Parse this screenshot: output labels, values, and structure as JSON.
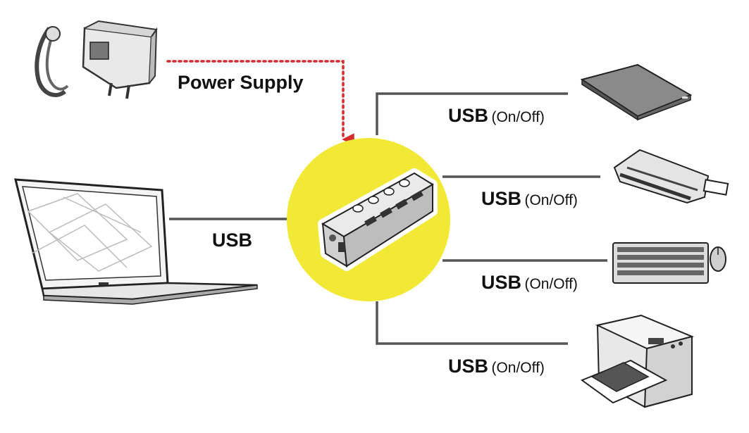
{
  "power": {
    "label": "Power Supply"
  },
  "laptop": {
    "label": "USB"
  },
  "ports": [
    {
      "main": "USB",
      "sub": "(On/Off)",
      "device": "external-hard-drive"
    },
    {
      "main": "USB",
      "sub": "(On/Off)",
      "device": "card-reader"
    },
    {
      "main": "USB",
      "sub": "(On/Off)",
      "device": "keyboard-and-mouse"
    },
    {
      "main": "USB",
      "sub": "(On/Off)",
      "device": "printer"
    }
  ],
  "colors": {
    "hub_circle": "#f2e836",
    "power_line": "#d42a2a",
    "cable": "#555555"
  }
}
